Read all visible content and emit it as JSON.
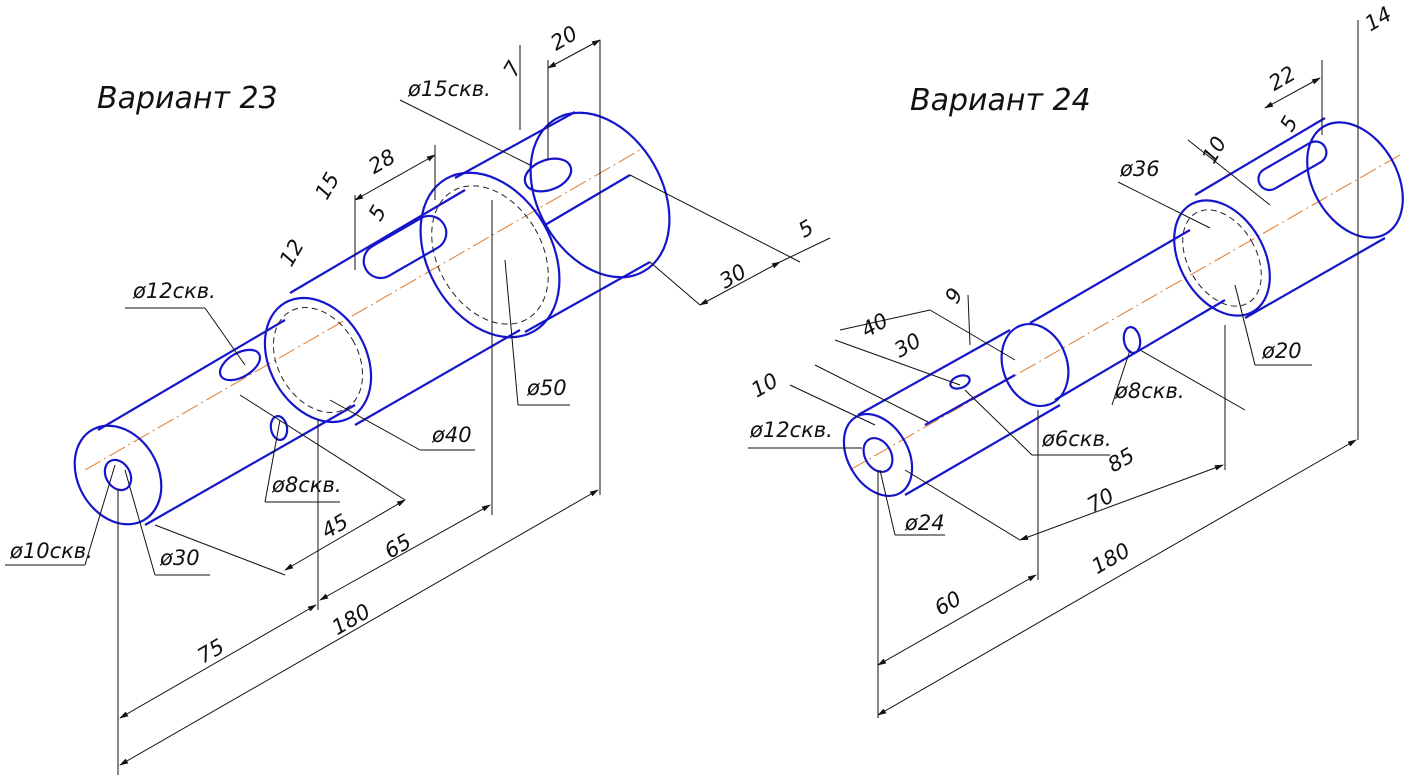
{
  "variant23": {
    "title": "Вариант 23",
    "dims": {
      "d15": "ø15скв.",
      "d12": "ø12скв.",
      "d10": "ø10скв.",
      "d8": "ø8скв.",
      "d30": "ø30",
      "d40": "ø40",
      "d50": "ø50",
      "l7": "7",
      "l20": "20",
      "l28": "28",
      "l15": "15",
      "l5a": "5",
      "l12": "12",
      "l5b": "5",
      "l30": "30",
      "l45": "45",
      "l65": "65",
      "l75": "75",
      "l180": "180"
    }
  },
  "variant24": {
    "title": "Вариант 24",
    "dims": {
      "d36": "ø36",
      "d20": "ø20",
      "d8": "ø8скв.",
      "d6": "ø6скв.",
      "d12": "ø12скв.",
      "d24": "ø24",
      "l14": "14",
      "l22": "22",
      "l5": "5",
      "l10a": "10",
      "l9": "9",
      "l40": "40",
      "l30": "30",
      "l10b": "10",
      "l85": "85",
      "l70": "70",
      "l60": "60",
      "l180": "180"
    }
  }
}
